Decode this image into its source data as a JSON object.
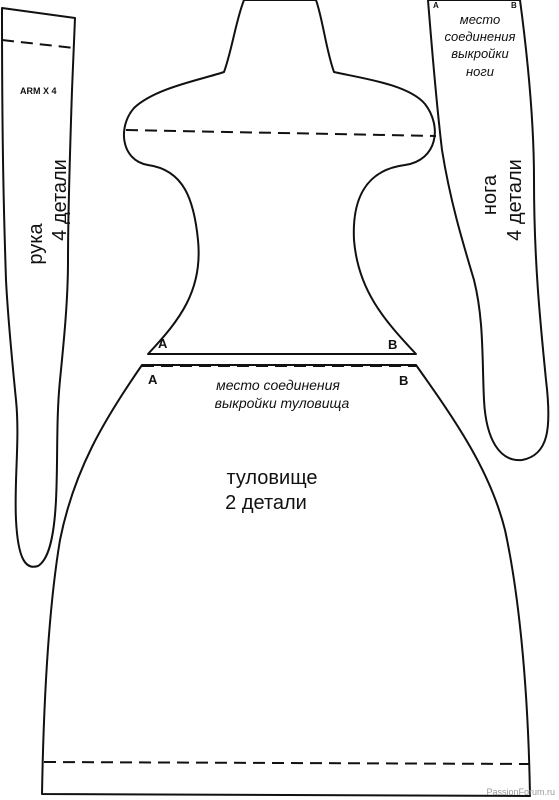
{
  "arm": {
    "code": "ARM X 4",
    "label_line1": "рука",
    "label_line2": "4 детали"
  },
  "leg": {
    "corner_a": "A",
    "corner_b": "B",
    "join_line1": "место",
    "join_line2": "соединения",
    "join_line3": "выкройки",
    "join_line4": "ноги",
    "label_line1": "нога",
    "label_line2": "4 детали"
  },
  "upper_body": {
    "mark_a": "A",
    "mark_b": "B"
  },
  "torso": {
    "mark_a": "A",
    "mark_b": "B",
    "join_line1": "место соединения",
    "join_line2": "выкройки туловища",
    "label_line1": "туловище",
    "label_line2": "2 детали"
  },
  "watermark": "PassionForum.ru",
  "colors": {
    "line": "#111111",
    "background": "#ffffff"
  }
}
